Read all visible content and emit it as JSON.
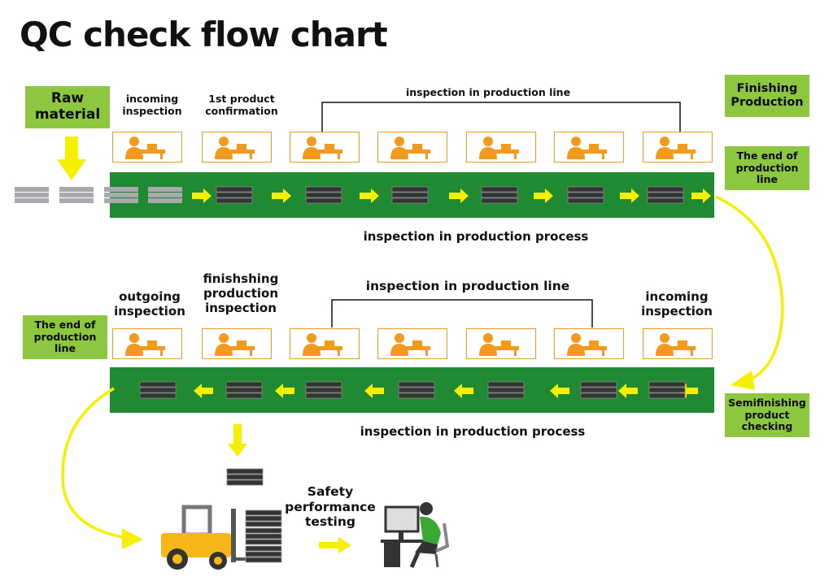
{
  "title": "QC check flow chart",
  "colors": {
    "belt": "#1f8a32",
    "box": "#8dc63f",
    "station_border": "#f39a1e",
    "worker": "#f39a1e",
    "arrow": "#f5f000"
  },
  "top": {
    "raw_material": "Raw material",
    "incoming_inspection": "incoming inspection",
    "first_product": "1st product confirmation",
    "line_label": "inspection in production line",
    "finishing_production": "Finishing Production",
    "end_of_line": "The end of production line",
    "process_label": "inspection in production process"
  },
  "bottom": {
    "outgoing_inspection": "outgoing inspection",
    "finishing_inspection": "finishshing production inspection",
    "line_label": "inspection in production line",
    "incoming_inspection": "incoming inspection",
    "end_of_line": "The end of production line",
    "semifinishing": "Semifinishing product checking",
    "process_label": "inspection in production process"
  },
  "final": {
    "safety_testing": "Safety performance testing"
  }
}
